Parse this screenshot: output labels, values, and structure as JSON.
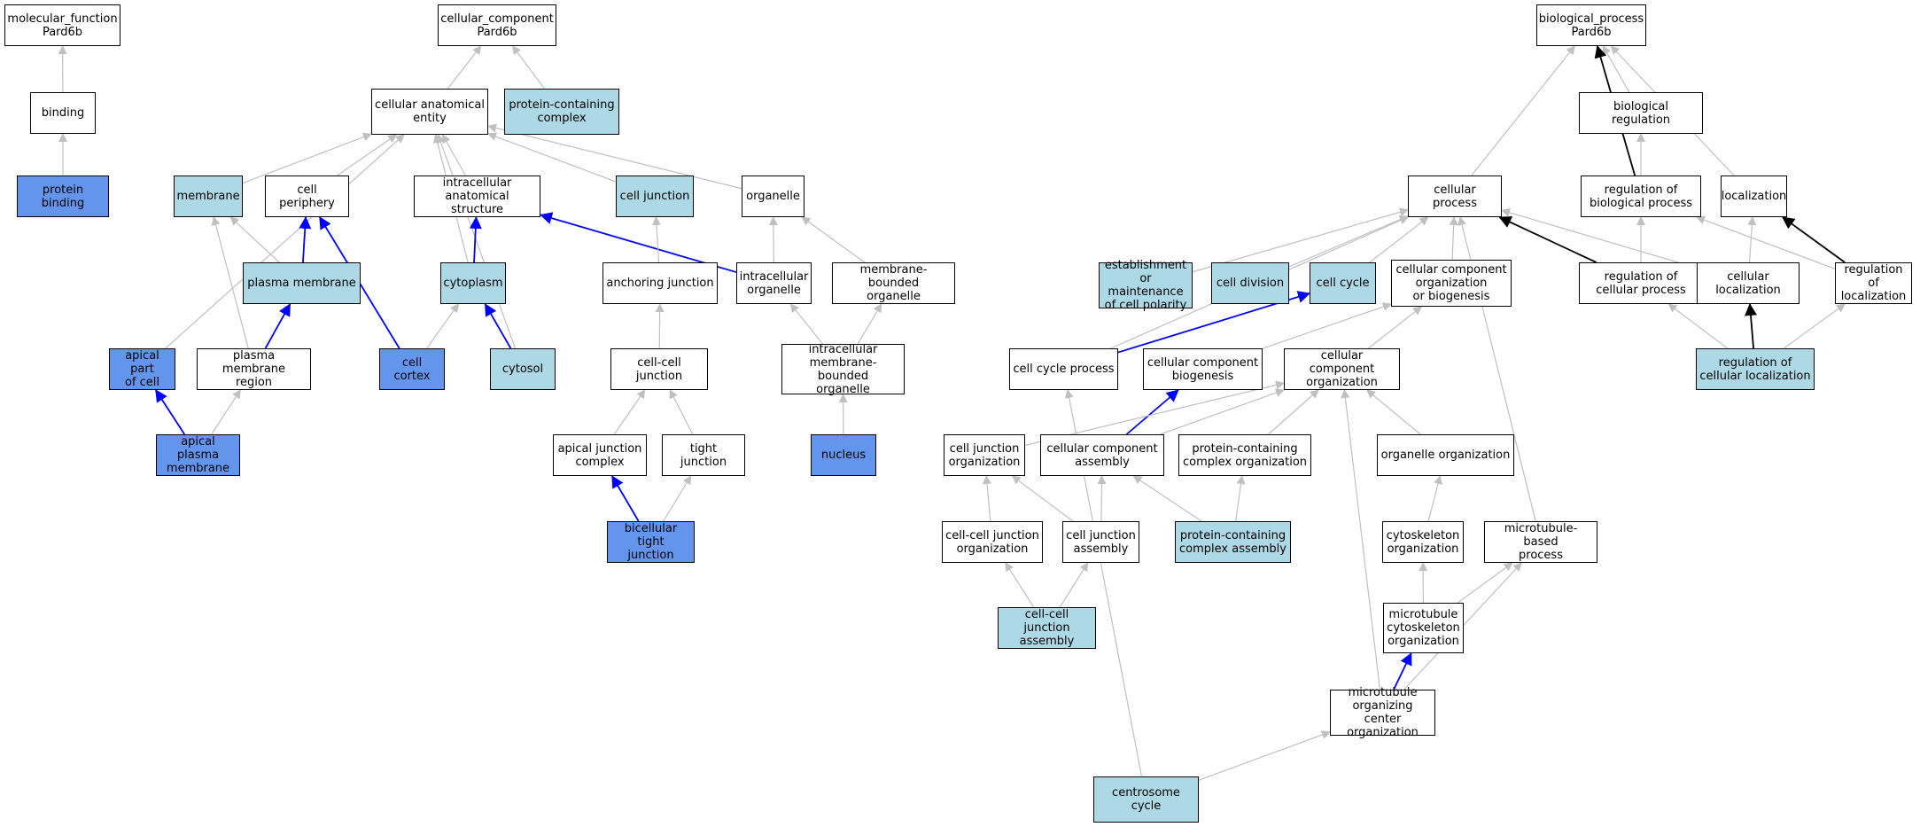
{
  "colors": {
    "plain": "#ffffff",
    "light": "#add8e6",
    "dark": "#6495ed",
    "edge_gray": "#c0c0c0",
    "edge_blue": "#0000ff",
    "edge_black": "#000000"
  },
  "nodes": [
    {
      "id": "mf",
      "label": "molecular_function\nPard6b",
      "style": "plain"
    },
    {
      "id": "binding",
      "label": "binding",
      "style": "plain"
    },
    {
      "id": "protbind",
      "label": "protein binding",
      "style": "dark"
    },
    {
      "id": "cc",
      "label": "cellular_component\nPard6b",
      "style": "plain"
    },
    {
      "id": "cae",
      "label": "cellular anatomical\nentity",
      "style": "plain"
    },
    {
      "id": "pcc",
      "label": "protein-containing\ncomplex",
      "style": "light"
    },
    {
      "id": "membrane",
      "label": "membrane",
      "style": "light"
    },
    {
      "id": "cellper",
      "label": "cell periphery",
      "style": "plain"
    },
    {
      "id": "ias",
      "label": "intracellular\nanatomical structure",
      "style": "plain"
    },
    {
      "id": "celljunc",
      "label": "cell junction",
      "style": "light"
    },
    {
      "id": "organelle",
      "label": "organelle",
      "style": "plain"
    },
    {
      "id": "pm",
      "label": "plasma membrane",
      "style": "light"
    },
    {
      "id": "cytoplasm",
      "label": "cytoplasm",
      "style": "light"
    },
    {
      "id": "anchjunc",
      "label": "anchoring junction",
      "style": "plain"
    },
    {
      "id": "intorg",
      "label": "intracellular\norganelle",
      "style": "plain"
    },
    {
      "id": "mbo",
      "label": "membrane-bounded\norganelle",
      "style": "plain"
    },
    {
      "id": "apicalpart",
      "label": "apical part\nof cell",
      "style": "dark"
    },
    {
      "id": "pmr",
      "label": "plasma membrane\nregion",
      "style": "plain"
    },
    {
      "id": "cellcortex",
      "label": "cell cortex",
      "style": "dark"
    },
    {
      "id": "cytosol",
      "label": "cytosol",
      "style": "light"
    },
    {
      "id": "ccj",
      "label": "cell-cell junction",
      "style": "plain"
    },
    {
      "id": "imbo",
      "label": "intracellular\nmembrane-bounded\norganelle",
      "style": "plain"
    },
    {
      "id": "apm",
      "label": "apical plasma\nmembrane",
      "style": "dark"
    },
    {
      "id": "ajc",
      "label": "apical junction\ncomplex",
      "style": "plain"
    },
    {
      "id": "tj",
      "label": "tight junction",
      "style": "plain"
    },
    {
      "id": "nucleus",
      "label": "nucleus",
      "style": "dark"
    },
    {
      "id": "btj",
      "label": "bicellular tight\njunction",
      "style": "dark"
    },
    {
      "id": "bp",
      "label": "biological_process\nPard6b",
      "style": "plain"
    },
    {
      "id": "bioreg",
      "label": "biological regulation",
      "style": "plain"
    },
    {
      "id": "cellproc",
      "label": "cellular process",
      "style": "plain"
    },
    {
      "id": "regbp",
      "label": "regulation of\nbiological process",
      "style": "plain"
    },
    {
      "id": "loc",
      "label": "localization",
      "style": "plain"
    },
    {
      "id": "emcp",
      "label": "establishment\nor maintenance\nof cell polarity",
      "style": "light"
    },
    {
      "id": "celldiv",
      "label": "cell division",
      "style": "light"
    },
    {
      "id": "cellcycle",
      "label": "cell cycle",
      "style": "light"
    },
    {
      "id": "ccob",
      "label": "cellular component\norganization\nor biogenesis",
      "style": "plain"
    },
    {
      "id": "regcp",
      "label": "regulation of\ncellular process",
      "style": "plain"
    },
    {
      "id": "cellloc",
      "label": "cellular localization",
      "style": "plain"
    },
    {
      "id": "regloc",
      "label": "regulation of\nlocalization",
      "style": "plain"
    },
    {
      "id": "ccproc",
      "label": "cell cycle process",
      "style": "plain"
    },
    {
      "id": "ccb",
      "label": "cellular component\nbiogenesis",
      "style": "plain"
    },
    {
      "id": "cco",
      "label": "cellular component\norganization",
      "style": "plain"
    },
    {
      "id": "regcl",
      "label": "regulation of\ncellular localization",
      "style": "light"
    },
    {
      "id": "cjo",
      "label": "cell junction\norganization",
      "style": "plain"
    },
    {
      "id": "cca",
      "label": "cellular component\nassembly",
      "style": "plain"
    },
    {
      "id": "pcco",
      "label": "protein-containing\ncomplex organization",
      "style": "plain"
    },
    {
      "id": "orgorg",
      "label": "organelle organization",
      "style": "plain"
    },
    {
      "id": "ccjo",
      "label": "cell-cell junction\norganization",
      "style": "plain"
    },
    {
      "id": "cja",
      "label": "cell junction\nassembly",
      "style": "plain"
    },
    {
      "id": "pcca",
      "label": "protein-containing\ncomplex assembly",
      "style": "light"
    },
    {
      "id": "cytoorg",
      "label": "cytoskeleton\norganization",
      "style": "plain"
    },
    {
      "id": "mtbp",
      "label": "microtubule-based\nprocess",
      "style": "plain"
    },
    {
      "id": "ccja",
      "label": "cell-cell junction\nassembly",
      "style": "light"
    },
    {
      "id": "mco",
      "label": "microtubule\ncytoskeleton\norganization",
      "style": "plain"
    },
    {
      "id": "mtoc",
      "label": "microtubule\norganizing center\norganization",
      "style": "plain"
    },
    {
      "id": "centcycle",
      "label": "centrosome cycle",
      "style": "light"
    }
  ],
  "edges": [
    [
      "binding",
      "mf",
      "gray"
    ],
    [
      "protbind",
      "binding",
      "gray"
    ],
    [
      "cae",
      "cc",
      "gray"
    ],
    [
      "pcc",
      "cc",
      "gray"
    ],
    [
      "membrane",
      "cae",
      "gray"
    ],
    [
      "cellper",
      "cae",
      "gray"
    ],
    [
      "ias",
      "cae",
      "gray"
    ],
    [
      "celljunc",
      "cae",
      "gray"
    ],
    [
      "organelle",
      "cae",
      "gray"
    ],
    [
      "apicalpart",
      "cae",
      "gray"
    ],
    [
      "cytoplasm",
      "cae",
      "gray"
    ],
    [
      "cytosol",
      "cae",
      "gray"
    ],
    [
      "pm",
      "membrane",
      "gray"
    ],
    [
      "pmr",
      "membrane",
      "gray"
    ],
    [
      "pm",
      "cellper",
      "blue"
    ],
    [
      "cellcortex",
      "cellper",
      "blue"
    ],
    [
      "cytoplasm",
      "ias",
      "blue"
    ],
    [
      "intorg",
      "ias",
      "blue"
    ],
    [
      "anchjunc",
      "celljunc",
      "gray"
    ],
    [
      "intorg",
      "organelle",
      "gray"
    ],
    [
      "mbo",
      "organelle",
      "gray"
    ],
    [
      "pmr",
      "pm",
      "blue"
    ],
    [
      "cellcortex",
      "cytoplasm",
      "gray"
    ],
    [
      "cytosol",
      "cytoplasm",
      "blue"
    ],
    [
      "ccj",
      "anchjunc",
      "gray"
    ],
    [
      "imbo",
      "intorg",
      "gray"
    ],
    [
      "imbo",
      "mbo",
      "gray"
    ],
    [
      "apm",
      "apicalpart",
      "blue"
    ],
    [
      "apm",
      "pmr",
      "gray"
    ],
    [
      "ajc",
      "ccj",
      "gray"
    ],
    [
      "tj",
      "ccj",
      "gray"
    ],
    [
      "nucleus",
      "imbo",
      "gray"
    ],
    [
      "btj",
      "ajc",
      "blue"
    ],
    [
      "btj",
      "tj",
      "gray"
    ],
    [
      "bioreg",
      "bp",
      "gray"
    ],
    [
      "cellproc",
      "bp",
      "gray"
    ],
    [
      "regbp",
      "bp",
      "black"
    ],
    [
      "loc",
      "bp",
      "gray"
    ],
    [
      "regbp",
      "bioreg",
      "gray"
    ],
    [
      "emcp",
      "cellproc",
      "gray"
    ],
    [
      "celldiv",
      "cellproc",
      "gray"
    ],
    [
      "cellcycle",
      "cellproc",
      "gray"
    ],
    [
      "ccob",
      "cellproc",
      "gray"
    ],
    [
      "regcp",
      "cellproc",
      "black"
    ],
    [
      "cellloc",
      "cellproc",
      "gray"
    ],
    [
      "ccproc",
      "cellproc",
      "gray"
    ],
    [
      "mtbp",
      "cellproc",
      "gray"
    ],
    [
      "regcp",
      "regbp",
      "gray"
    ],
    [
      "regloc",
      "regbp",
      "gray"
    ],
    [
      "cellloc",
      "loc",
      "gray"
    ],
    [
      "regloc",
      "loc",
      "black"
    ],
    [
      "ccproc",
      "cellcycle",
      "blue"
    ],
    [
      "ccb",
      "ccob",
      "gray"
    ],
    [
      "cco",
      "ccob",
      "gray"
    ],
    [
      "regcl",
      "regcp",
      "gray"
    ],
    [
      "regcl",
      "cellloc",
      "black"
    ],
    [
      "regcl",
      "regloc",
      "gray"
    ],
    [
      "cca",
      "ccb",
      "blue"
    ],
    [
      "cjo",
      "cco",
      "gray"
    ],
    [
      "cca",
      "cco",
      "gray"
    ],
    [
      "pcco",
      "cco",
      "gray"
    ],
    [
      "orgorg",
      "cco",
      "gray"
    ],
    [
      "mtoc",
      "cco",
      "gray"
    ],
    [
      "ccjo",
      "cjo",
      "gray"
    ],
    [
      "cja",
      "cjo",
      "gray"
    ],
    [
      "cja",
      "cca",
      "gray"
    ],
    [
      "pcca",
      "cca",
      "gray"
    ],
    [
      "pcca",
      "pcco",
      "gray"
    ],
    [
      "cytoorg",
      "orgorg",
      "gray"
    ],
    [
      "ccja",
      "ccjo",
      "gray"
    ],
    [
      "ccja",
      "cja",
      "gray"
    ],
    [
      "mco",
      "cytoorg",
      "gray"
    ],
    [
      "mco",
      "mtbp",
      "gray"
    ],
    [
      "mtoc",
      "mtbp",
      "gray"
    ],
    [
      "mtoc",
      "mco",
      "blue"
    ],
    [
      "centcycle",
      "mtoc",
      "gray"
    ],
    [
      "centcycle",
      "ccproc",
      "gray"
    ]
  ]
}
